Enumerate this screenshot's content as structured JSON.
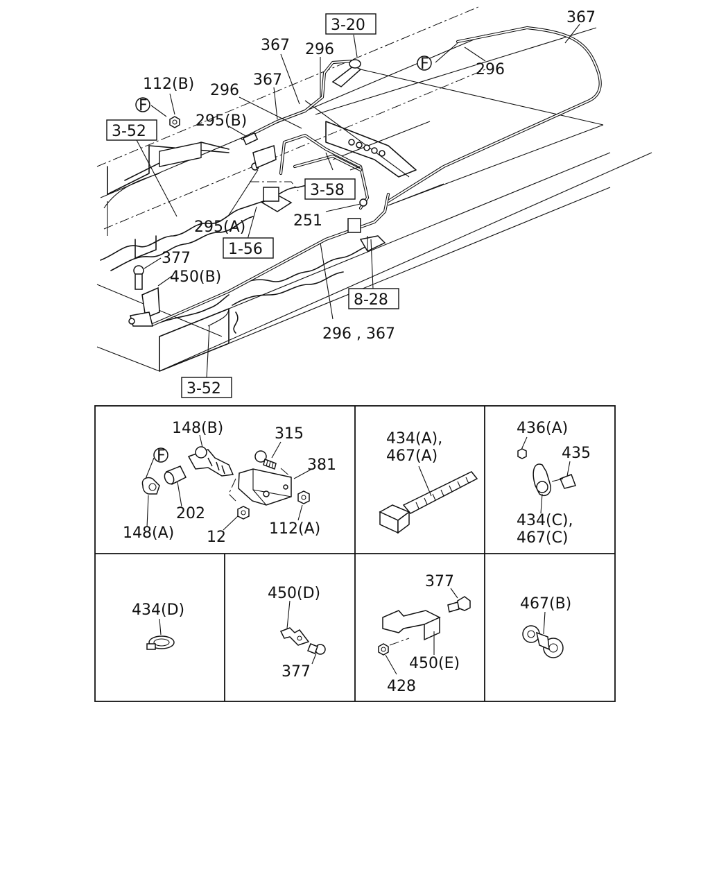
{
  "figure": {
    "chassis_labels": {
      "l367_top": "367",
      "l320": "3-20",
      "l367_a": "367",
      "l296_a": "296",
      "lF_top": "F",
      "l296_b": "296",
      "l112b": "112(B)",
      "l296_c": "296",
      "l367_b": "367",
      "lF_left": "F",
      "l295b": "295(B)",
      "l352_top": "3-52",
      "l358": "3-58",
      "l295a": "295(A)",
      "l251": "251",
      "l156": "1-56",
      "l377": "377",
      "l450b": "450(B)",
      "l828": "8-28",
      "l296_367": "296 , 367",
      "l352_bot": "3-52"
    },
    "panels": {
      "p1": {
        "l148b": "148(B)",
        "l315": "315",
        "lF": "F",
        "l381": "381",
        "l202": "202",
        "l148a": "148(A)",
        "l12": "12",
        "l112a": "112(A)"
      },
      "p2": {
        "l434a": "434(A),",
        "l467a": "467(A)"
      },
      "p3": {
        "l436a": "436(A)",
        "l435": "435",
        "l434c": "434(C),",
        "l467c": "467(C)"
      },
      "p4": {
        "l434d": "434(D)"
      },
      "p5": {
        "l450d": "450(D)",
        "l377": "377"
      },
      "p6": {
        "l377": "377",
        "l450e": "450(E)",
        "l428": "428"
      },
      "p7": {
        "l467b": "467(B)"
      }
    }
  }
}
